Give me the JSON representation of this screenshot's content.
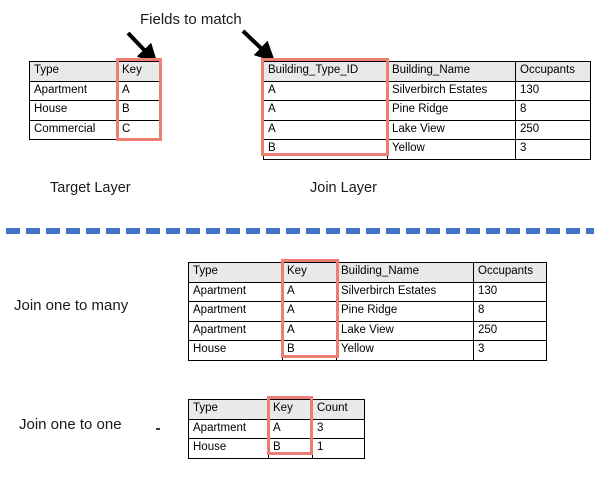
{
  "annotations": {
    "fields_to_match_label": "Fields to match",
    "arrow_left_name": "arrow-to-target-key",
    "arrow_right_name": "arrow-to-join-key",
    "divider_color": "#4472C4",
    "highlight_color": "#EE7D73",
    "header_fill": "#E9E9E9",
    "border_color": "#000000"
  },
  "target_layer": {
    "caption": "Target Layer",
    "headers": [
      "Type",
      "Key"
    ],
    "rows": [
      [
        "Apartment",
        "A"
      ],
      [
        "House",
        "B"
      ],
      [
        "Commercial",
        "C"
      ]
    ],
    "highlight_column": "Key"
  },
  "join_layer": {
    "caption": "Join Layer",
    "headers": [
      "Building_Type_ID",
      "Building_Name",
      "Occupants"
    ],
    "rows": [
      [
        "A",
        "Silverbirch Estates",
        "130"
      ],
      [
        "A",
        "Pine Ridge",
        "8"
      ],
      [
        "A",
        "Lake View",
        "250"
      ],
      [
        "B",
        "Yellow",
        "3"
      ]
    ],
    "highlight_column": "Building_Type_ID"
  },
  "one_to_many": {
    "label": "Join one to many",
    "headers": [
      "Type",
      "Key",
      "Building_Name",
      "Occupants"
    ],
    "rows": [
      [
        "Apartment",
        "A",
        "Silverbirch Estates",
        "130"
      ],
      [
        "Apartment",
        "A",
        "Pine Ridge",
        "8"
      ],
      [
        "Apartment",
        "A",
        "Lake View",
        "250"
      ],
      [
        "House",
        "B",
        "Yellow",
        "3"
      ]
    ],
    "highlight_column": "Key"
  },
  "one_to_one": {
    "label": "Join one to one",
    "headers": [
      "Type",
      "Key",
      "Count"
    ],
    "rows": [
      [
        "Apartment",
        "A",
        "3"
      ],
      [
        "House",
        "B",
        "1"
      ]
    ],
    "highlight_column": "Key"
  }
}
